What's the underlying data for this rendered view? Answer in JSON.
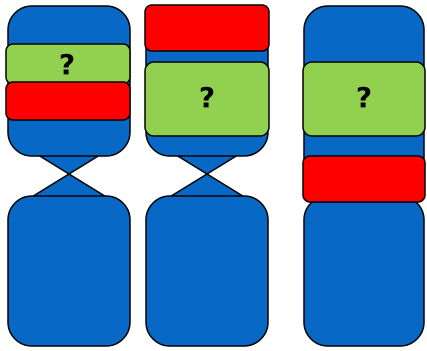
{
  "colors": {
    "chromatid": "#0868C6",
    "outline": "#000000",
    "red_band": "#FF0000",
    "green_band": "#92D050",
    "background": "#FFFFFF"
  },
  "chromosomes": [
    {
      "id": "left",
      "unknown_label": "?"
    },
    {
      "id": "middle",
      "unknown_label": "?"
    },
    {
      "id": "right",
      "unknown_label": "?"
    }
  ]
}
